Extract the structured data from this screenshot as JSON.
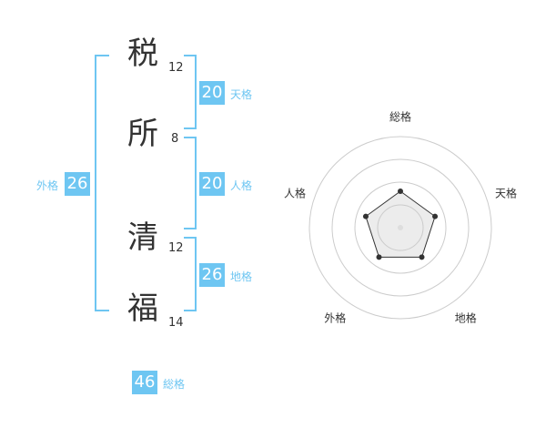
{
  "characters": [
    {
      "char": "税",
      "strokes": "12"
    },
    {
      "char": "所",
      "strokes": "8"
    },
    {
      "char": "清",
      "strokes": "12"
    },
    {
      "char": "福",
      "strokes": "14"
    }
  ],
  "fortunes": {
    "tenkaku": {
      "value": "20",
      "label": "天格"
    },
    "jinkaku": {
      "value": "20",
      "label": "人格"
    },
    "chikaku": {
      "value": "26",
      "label": "地格"
    },
    "gaikaku": {
      "value": "26",
      "label": "外格"
    },
    "soukaku": {
      "value": "46",
      "label": "総格"
    }
  },
  "accent_color": "#6ec6f2",
  "chart_data": {
    "type": "radar",
    "axes": [
      "総格",
      "天格",
      "地格",
      "外格",
      "人格"
    ],
    "levels": 4,
    "values": [
      2,
      2,
      2,
      2,
      2
    ],
    "max": 5
  }
}
